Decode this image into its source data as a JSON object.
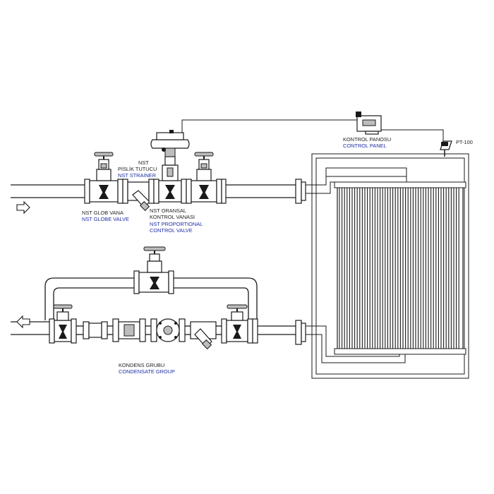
{
  "labels": {
    "strainer": {
      "line1": "NST",
      "line2": "PİSLİK TUTUCU",
      "en": "NST STRAINER"
    },
    "globe_valve": {
      "tr": "NST GLOB VANA",
      "en": "NST GLOBE VALVE"
    },
    "proportional_valve": {
      "tr1": "NST ORANSAL",
      "tr2": "KONTROL VANASI",
      "en1": "NST PROPORTIONAL",
      "en2": "CONTROL VALVE"
    },
    "control_panel": {
      "tr": "KONTROL PANOSU",
      "en": "CONTROL PANEL"
    },
    "sensor": "PT-100",
    "condensate_group": {
      "tr": "KONDENS GRUBU",
      "en": "CONDENSATE GROUP"
    }
  },
  "colors": {
    "line": "#1a1a1a",
    "english_label": "#1f2fa3",
    "turkish_label": "#222222"
  },
  "icons": {
    "inlet": "arrow-right-icon",
    "outlet": "arrow-left-icon"
  }
}
